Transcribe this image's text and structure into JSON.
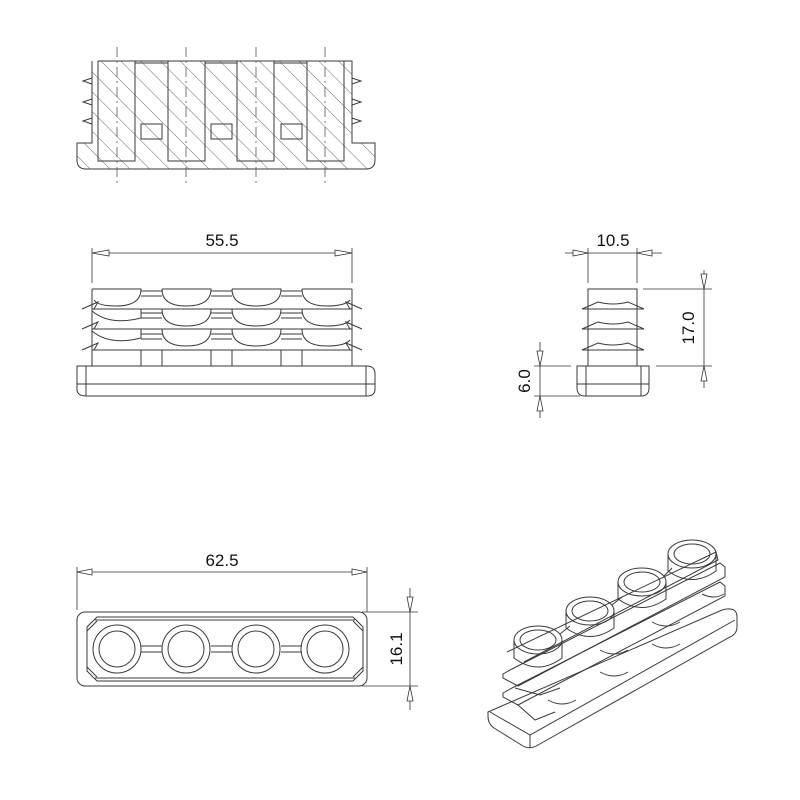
{
  "drawing": {
    "type": "technical-drawing",
    "subject": "rectangular tube insert end cap with 4 ribbed pins",
    "line_color": "#3a3a3a",
    "background": "#ffffff",
    "views": [
      {
        "id": "section",
        "name": "Sectional front view (hatched)"
      },
      {
        "id": "front",
        "name": "Front view"
      },
      {
        "id": "side",
        "name": "Side view"
      },
      {
        "id": "top",
        "name": "Top view"
      },
      {
        "id": "iso",
        "name": "Isometric view"
      }
    ]
  },
  "dimensions": {
    "front_width": "55.5",
    "side_width": "10.5",
    "side_height": "17.0",
    "side_flange": "6.0",
    "top_length": "62.5",
    "top_width": "16.1"
  }
}
